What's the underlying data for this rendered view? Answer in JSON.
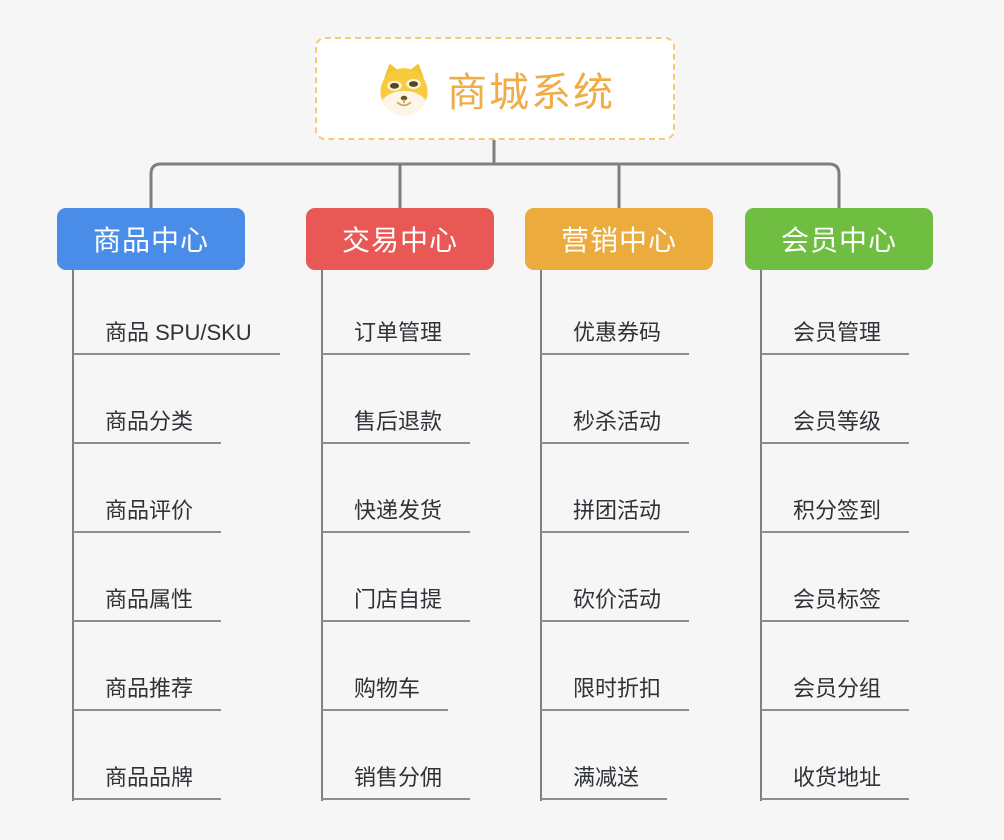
{
  "root": {
    "title": "商城系统",
    "icon": "doge-icon",
    "text_color": "#f0ac47",
    "border_color": "#f6c878"
  },
  "colors": {
    "background": "#f6f6f6",
    "connector_line": "#7f7f7f",
    "leaf_underline": "#8d8d8d",
    "leaf_text": "#2f3236"
  },
  "branches": [
    {
      "label": "商品中心",
      "color": "#4a8de8",
      "children": [
        "商品 SPU/SKU",
        "商品分类",
        "商品评价",
        "商品属性",
        "商品推荐",
        "商品品牌"
      ]
    },
    {
      "label": "交易中心",
      "color": "#e85956",
      "children": [
        "订单管理",
        "售后退款",
        "快递发货",
        "门店自提",
        "购物车",
        "销售分佣"
      ]
    },
    {
      "label": "营销中心",
      "color": "#ebab3d",
      "children": [
        "优惠券码",
        "秒杀活动",
        "拼团活动",
        "砍价活动",
        "限时折扣",
        "满减送"
      ]
    },
    {
      "label": "会员中心",
      "color": "#6fbe41",
      "children": [
        "会员管理",
        "会员等级",
        "积分签到",
        "会员标签",
        "会员分组",
        "收货地址"
      ]
    }
  ]
}
